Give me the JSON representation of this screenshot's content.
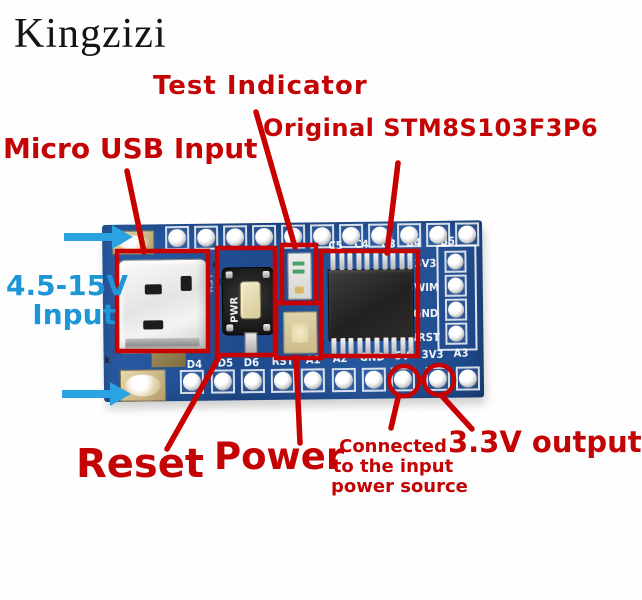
{
  "brand": "Kingzizi",
  "annotations": {
    "test_indicator": "Test Indicator",
    "original_chip": "Original STM8S103F3P6",
    "micro_usb_input": "Micro USB Input",
    "voltage_input": {
      "line1": "4.5-15V",
      "line2": "Input"
    },
    "reset": "Reset",
    "power": "Power",
    "connected_note": {
      "line1": "Connected",
      "line2": "to the input",
      "line3": "power source"
    },
    "output_3v3": "3.3V output"
  },
  "board": {
    "top_pin_labels": [
      "C5",
      "C4",
      "C3",
      "B4",
      "B5"
    ],
    "right_pin_labels": [
      "3V3",
      "SWIM",
      "GND",
      "NRST"
    ],
    "bottom_pin_labels": [
      "D4",
      "D5",
      "D6",
      "RST",
      "A1",
      "A2",
      "GND",
      "5V",
      "3V3",
      "A3"
    ],
    "silkscreen": {
      "pwr": "PWR",
      "rst_vertical": "RST",
      "corner_mark": "k"
    }
  },
  "colors": {
    "annotation_red": "#c40404",
    "annotation_blue": "#1d96d8",
    "pcb_blue": "#24549a"
  }
}
